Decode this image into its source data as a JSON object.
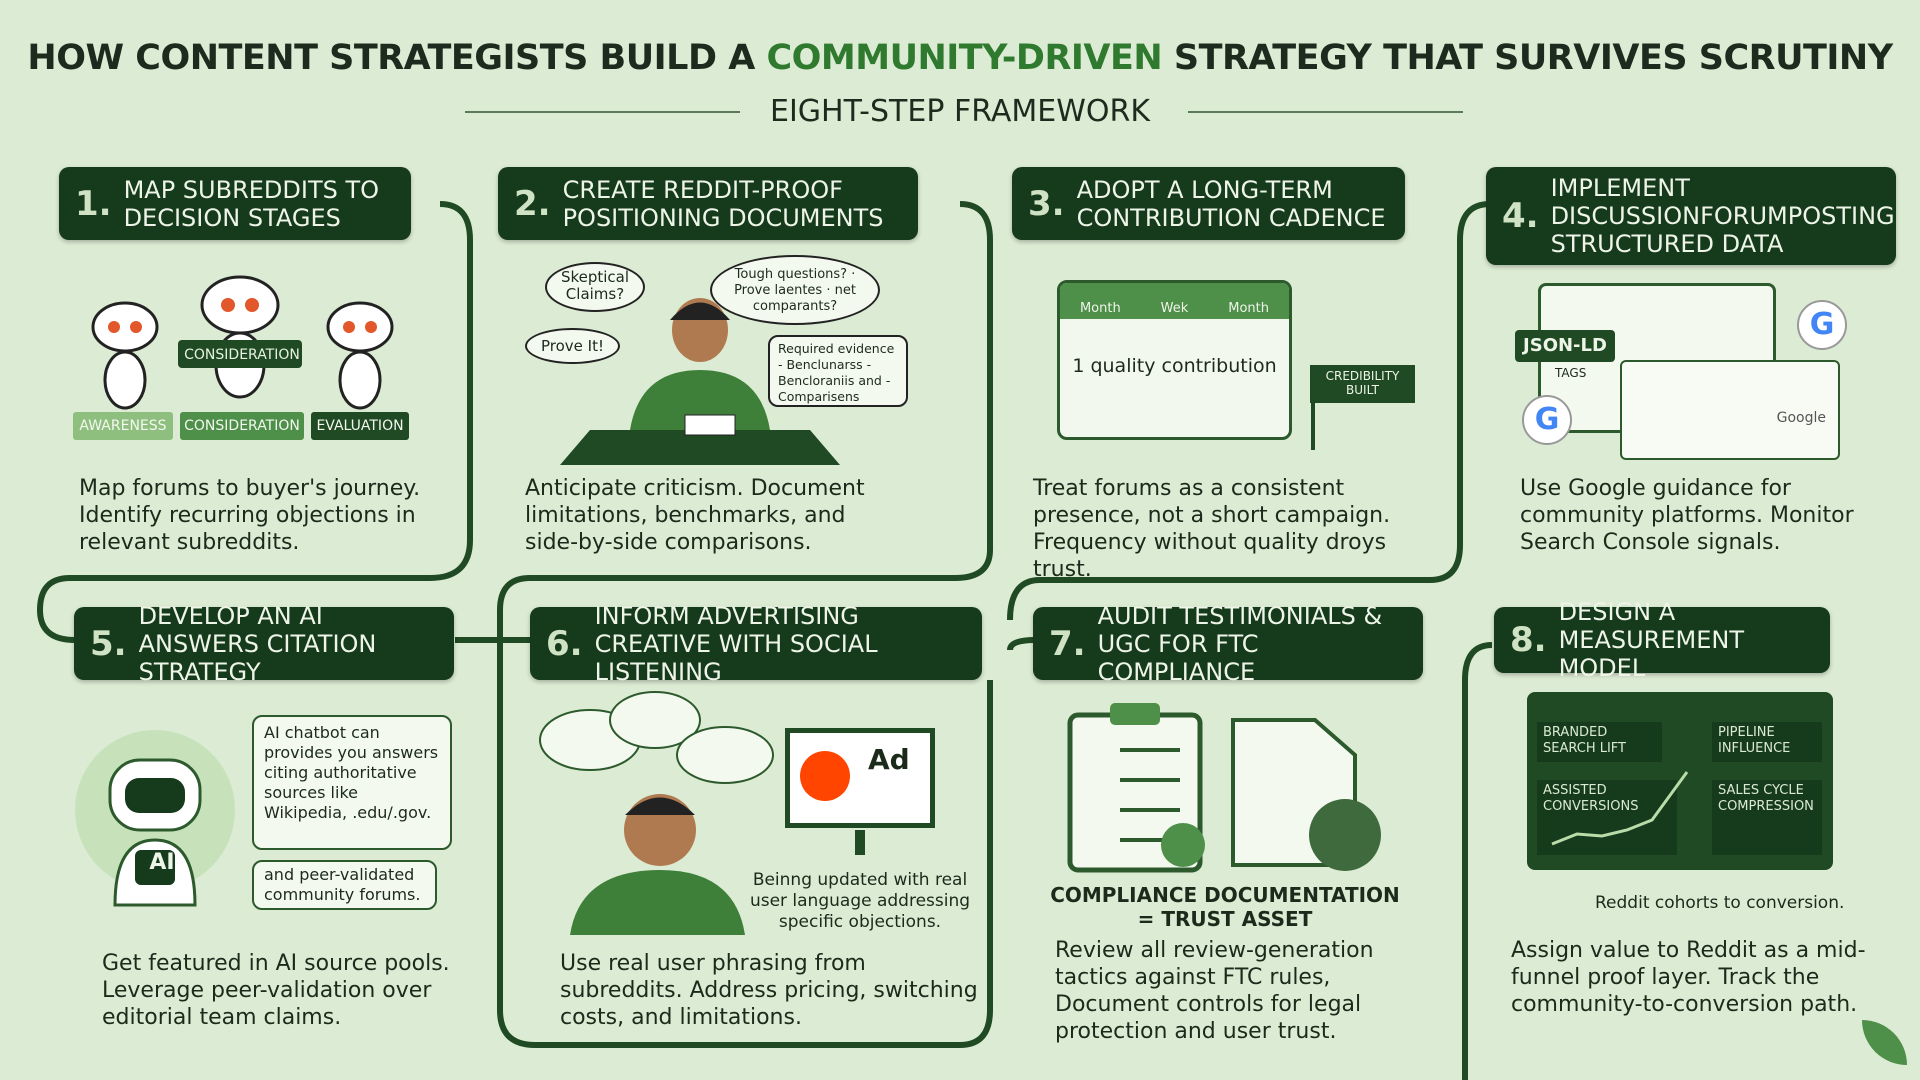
{
  "title": {
    "part1": "HOW CONTENT STRATEGISTS BUILD A ",
    "highlight": "COMMUNITY-DRIVEN",
    "part2": " STRATEGY THAT SURVIVES SCRUTINY"
  },
  "subtitle": "EIGHT-STEP FRAMEWORK",
  "colors": {
    "background": "#dcebd3",
    "header": "#163a1c",
    "accent": "#2f7a2f"
  },
  "steps": [
    {
      "num": "1.",
      "title": "MAP SUBREDDITS TO DECISION STAGES",
      "desc": "Map forums to buyer's journey. Identify recurring objections in relevant subreddits.",
      "labels": [
        "AWARENESS",
        "CONSIDERATION",
        "EVALUATION"
      ],
      "center_tag": "CONSIDERATION"
    },
    {
      "num": "2.",
      "title": "CREATE REDDIT-PROOF POSITIONING DOCUMENTS",
      "desc": "Anticipate criticism. Document limitations, benchmarks, and side-by-side comparisons.",
      "bubbles": [
        "Skeptical Claims?",
        "Prove It!",
        "Tough questions? · Prove laentes · net comparants?",
        "Required evidence - Benclunarss - Bencloraniis and - Comparisens"
      ]
    },
    {
      "num": "3.",
      "title": "ADOPT A LONG-TERM CONTRIBUTION CADENCE",
      "desc": "Treat forums as a consistent presence, not a short campaign. Frequency without quality droys trust.",
      "calendar_labels": [
        "Month",
        "Wek",
        "Month"
      ],
      "calendar_text": "1 quality contribution",
      "flag": "CREDIBILITY BUILT"
    },
    {
      "num": "4.",
      "title": "IMPLEMENT DISCUSSIONFORUMPOSTING STRUCTURED DATA",
      "desc": "Use Google guidance for community platforms. Monitor Search Console signals.",
      "tag": "JSON-LD",
      "tags_label": "TAGS",
      "google": "Google"
    },
    {
      "num": "5.",
      "title": "DEVELOP AN AI ANSWERS CITATION STRATEGY",
      "desc": "Get featured in AI source pools. Leverage peer-validation over editorial team claims.",
      "bubbles": [
        "AI chatbot can provides you answers citing authoritative sources like Wikipedia, .edu/.gov.",
        "and peer-validated community forums."
      ],
      "robot_label": "AI"
    },
    {
      "num": "6.",
      "title": "INFORM ADVERTISING CREATIVE WITH SOCIAL LISTENING",
      "desc": "Use real user phrasing from subreddits. Address pricing, switching costs, and limitations.",
      "ad_label": "Ad",
      "caption": "Beinng updated with real user language addressing specific objections."
    },
    {
      "num": "7.",
      "title": "AUDIT TESTIMONIALS & UGC FOR FTC COMPLIANCE",
      "desc": "Review all review-generation tactics against FTC rules, Document controls for legal protection and user trust.",
      "caption": "COMPLIANCE DOCUMENTATION = TRUST ASSET"
    },
    {
      "num": "8.",
      "title": "DESIGN A MEASUREMENT MODEL",
      "desc": "Assign value to Reddit as a mid-funnel proof layer. Track the community-to-conversion path.",
      "metrics": [
        "BRANDED SEARCH LIFT",
        "PIPELINE INFLUENCE",
        "ASSISTED CONVERSIONS",
        "SALES CYCLE COMPRESSION"
      ],
      "caption": "Reddit cohorts to conversion."
    }
  ]
}
